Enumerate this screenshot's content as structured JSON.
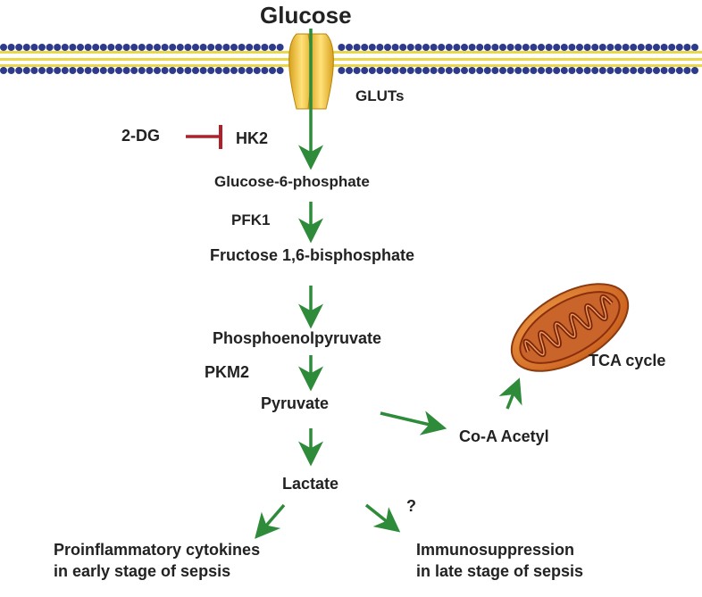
{
  "colors": {
    "membrane_head": "#2e3a8c",
    "membrane_tail": "#e8d84a",
    "transporter": "#f2c22c",
    "arrow": "#2e8b3a",
    "inhibit": "#b0202a",
    "mito_outer": "#c65a1a",
    "mito_inner": "#8a2e0e",
    "text": "#222222"
  },
  "icons": {
    "membrane": "lipid-bilayer",
    "transporter": "glut-channel",
    "mitochondrion": "mitochondrion-icon"
  },
  "labels": {
    "glucose": "Glucose",
    "gluts": "GLUTs",
    "inhibitor": "2-DG",
    "hk2": "HK2",
    "g6p": "Glucose-6-phosphate",
    "pfk1": "PFK1",
    "f16bp": "Fructose 1,6-bisphosphate",
    "pep": "Phosphoenolpyruvate",
    "pkm2": "PKM2",
    "pyruvate": "Pyruvate",
    "coa": "Co-A Acetyl",
    "tca": "TCA cycle",
    "lactate": "Lactate",
    "question": "?",
    "proinflammatory": "Proinflammatory cytokines\nin early stage of sepsis",
    "immunosuppression": "Immunosuppression\nin late stage of sepsis"
  }
}
